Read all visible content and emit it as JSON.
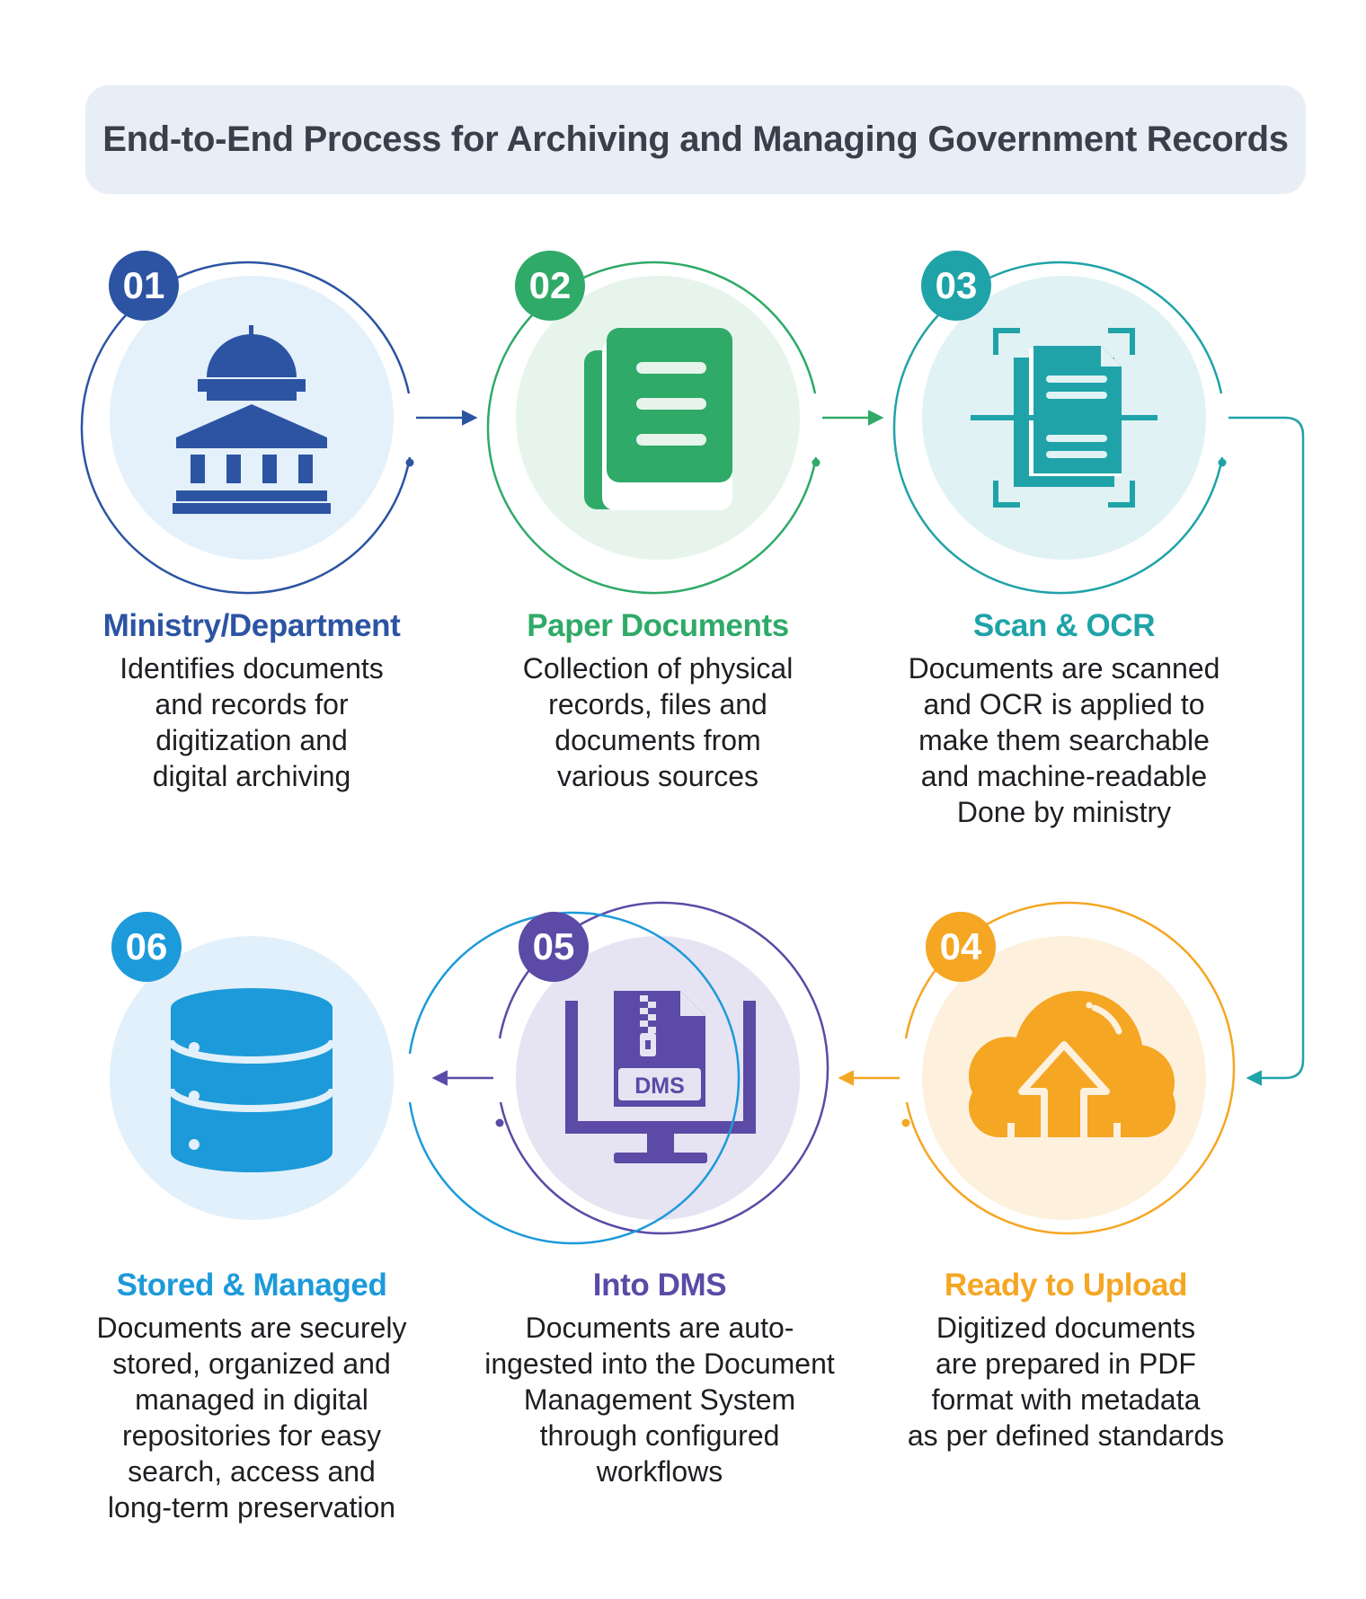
{
  "title": "End-to-End Process for Archiving and Managing Government Records",
  "colors": {
    "step1": "#2c54a3",
    "step2": "#2faa68",
    "step3": "#1fa3a8",
    "step4": "#f5a623",
    "step5": "#5b4aa6",
    "step6": "#1d9ad9",
    "text": "#1e1f23"
  },
  "steps": [
    {
      "number": "01",
      "icon": "government-building-icon",
      "title": "Ministry/Department",
      "desc": "Identifies documents\nand records for\ndigitization and\ndigital archiving"
    },
    {
      "number": "02",
      "icon": "paper-documents-icon",
      "title": "Paper Documents",
      "desc": "Collection of physical\nrecords, files and\ndocuments from\nvarious sources"
    },
    {
      "number": "03",
      "icon": "scan-document-icon",
      "title": "Scan & OCR",
      "desc": "Documents are scanned\nand OCR is applied to\nmake them searchable\nand machine-readable\nDone by ministry"
    },
    {
      "number": "04",
      "icon": "cloud-upload-icon",
      "title": "Ready to Upload",
      "desc": "Digitized documents\nare prepared in PDF\nformat with metadata\nas per defined standards"
    },
    {
      "number": "05",
      "icon": "dms-monitor-icon",
      "title": "Into DMS",
      "icon_label": "DMS",
      "desc": "Documents are auto-\ningested into the Document\nManagement System\nthrough configured\nworkflows"
    },
    {
      "number": "06",
      "icon": "database-icon",
      "title": "Stored & Managed",
      "desc": "Documents are securely\nstored, organized and\nmanaged in digital\nrepositories for easy\nsearch, access and\nlong-term preservation"
    }
  ]
}
